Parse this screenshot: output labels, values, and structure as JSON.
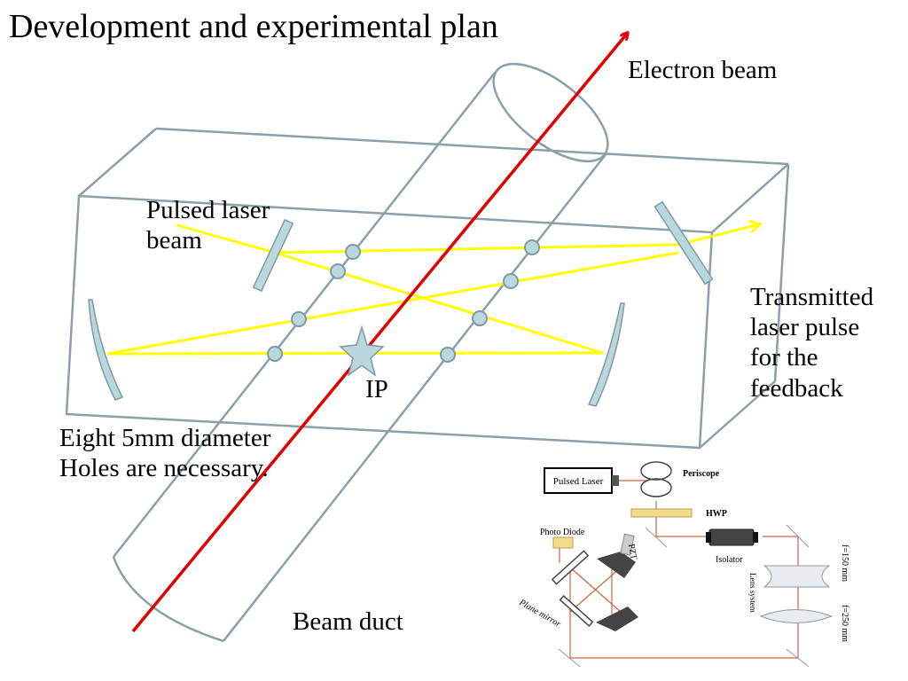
{
  "title": "Development and experimental plan",
  "labels": {
    "electron_beam": "Electron beam",
    "pulsed_laser_line1": "Pulsed laser",
    "pulsed_laser_line2": "beam",
    "transmitted_line1": "Transmitted",
    "transmitted_line2": "laser pulse",
    "transmitted_line3": "for the",
    "transmitted_line4": "feedback",
    "ip": "IP",
    "holes_line1": "Eight 5mm diameter",
    "holes_line2": "Holes are necessary.",
    "beam_duct": "Beam duct"
  },
  "inset": {
    "pulsed_laser": "Pulsed Laser",
    "periscope": "Periscope",
    "hwp": "HWP",
    "photo_diode": "Photo Diode",
    "pzt": "PZT",
    "isolator": "Isolator",
    "lens_system": "Lens system",
    "f150": "f=150 mm",
    "f250": "f=250 mm",
    "plane_mirror": "Plane mirror"
  },
  "colors": {
    "box": "#8aa0a8",
    "laser": "#ffff00",
    "electron": "#e00000",
    "hole": "#b9d7dc",
    "inset_beam": "#c9693f"
  }
}
